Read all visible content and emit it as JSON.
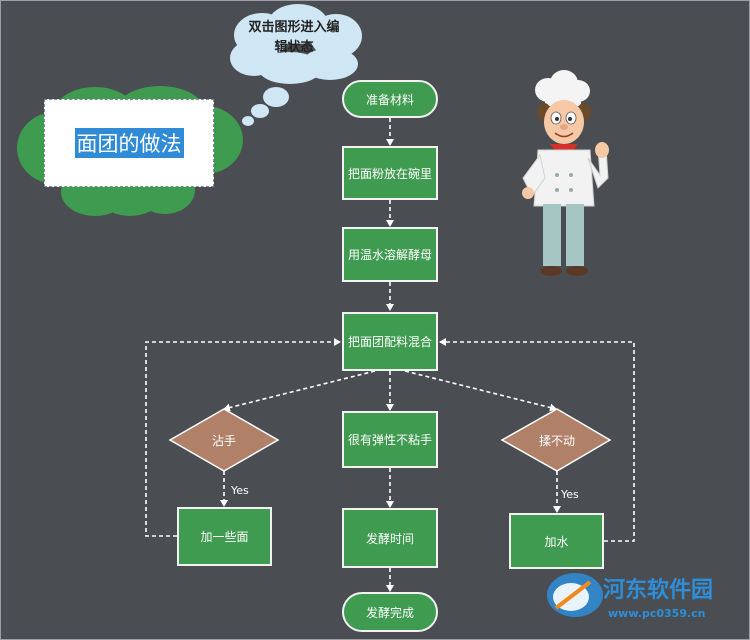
{
  "bubble": {
    "text": "双击图形进入编辑状态"
  },
  "title": {
    "text": "面团的做法"
  },
  "nodes": {
    "start": "准备材料",
    "step1": "把面粉放在碗里",
    "step2": "用温水溶解酵母",
    "step3": "把面团配料混合",
    "d_left": "沾手",
    "d_right": "揉不动",
    "mid": "很有弹性不粘手",
    "add_flour": "加一些面",
    "add_water": "加水",
    "ferment": "发酵时间",
    "end": "发酵完成"
  },
  "edge_labels": {
    "yes_left": "Yes",
    "yes_right": "Yes"
  },
  "watermark": {
    "name": "河东软件园",
    "url": "www.pc0359.cn"
  },
  "colors": {
    "background": "#4a4d52",
    "process": "#3e9b4f",
    "decision": "#b08068",
    "cloud_green": "#3e9b4f",
    "bubble": "#cfe6f5",
    "watermark": "#2e8ed8"
  }
}
